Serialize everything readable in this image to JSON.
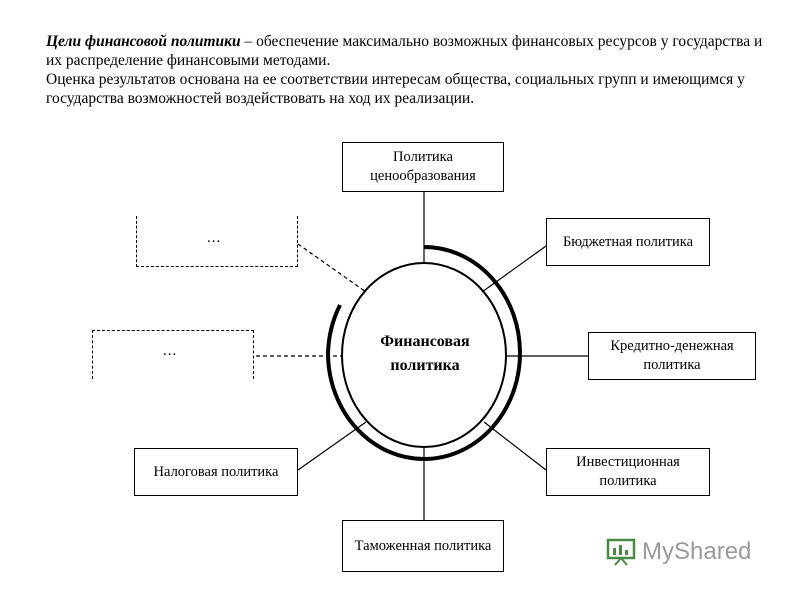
{
  "intro": {
    "line1_bold": "Цели финансовой политики",
    "line1_rest": " – обеспечение максимально возможных финансовых ресурсов у государства и их распределение финансовыми методами.",
    "line2": "Оценка результатов основана на ее соответствии интересам общества, социальных групп и имеющимся у государства возможностей воздействовать на ход их реализации."
  },
  "center": {
    "label": "Финансовая политика"
  },
  "nodes": {
    "pricing": "Политика ценообразования",
    "budget": "Бюджетная политика",
    "monetary": "Кредитно-денежная политика",
    "investment": "Инвестиционная политика",
    "customs": "Таможенная политика",
    "tax": "Налоговая политика",
    "placeholder_top": "...",
    "placeholder_mid": "..."
  },
  "watermark": {
    "text": "MyShared"
  }
}
